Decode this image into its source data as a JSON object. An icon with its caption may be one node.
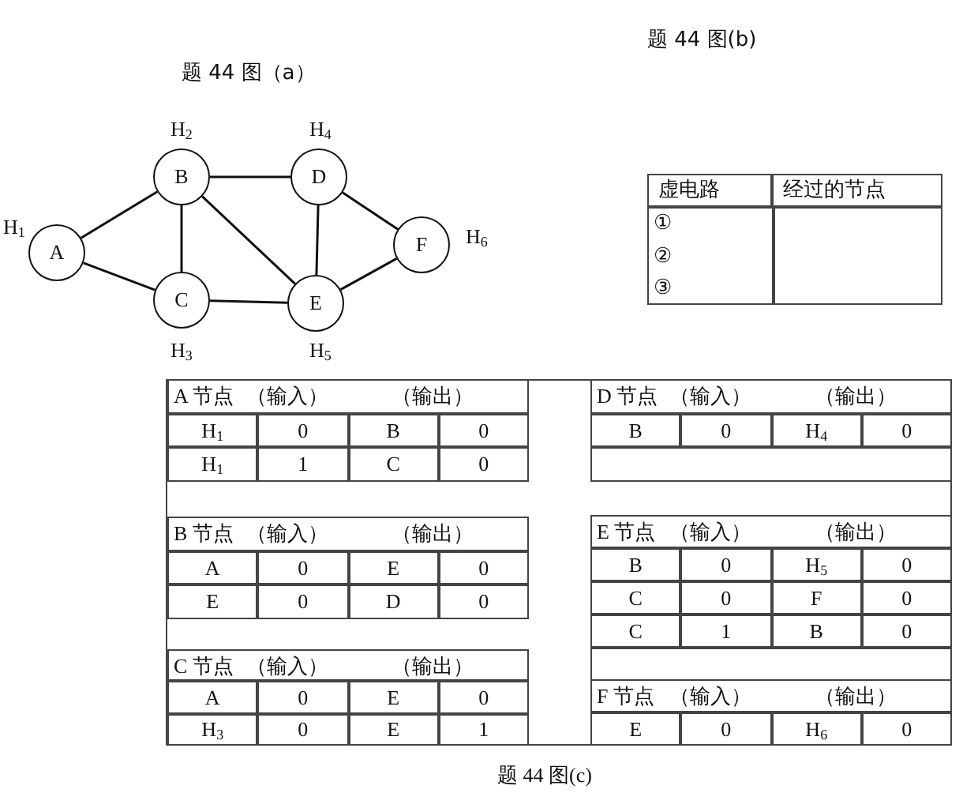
{
  "diagram": {
    "nodes": [
      {
        "text": [
          "A"
        ],
        "beside": [
          "H$_{1}$"
        ]
      },
      {
        "text": [
          "B"
        ],
        "beside": [
          "H$_{2}$"
        ]
      },
      {
        "text": [
          "C"
        ],
        "beside": [
          "H$_{3}$"
        ]
      },
      {
        "text": [
          "D"
        ],
        "beside": [
          "H$_{4}$"
        ]
      },
      {
        "text": [
          "E"
        ],
        "beside": [
          "H$_{5}$"
        ]
      },
      {
        "text": [
          "F"
        ],
        "beside": [
          "H$_{6}$"
        ]
      }
    ],
    "edges": [
      {
        "from": 0,
        "to": 1,
        "arrow": "none"
      },
      {
        "from": 0,
        "to": 2,
        "arrow": "none"
      },
      {
        "from": 1,
        "to": 3,
        "arrow": "none"
      },
      {
        "from": 1,
        "to": 2,
        "arrow": "none"
      },
      {
        "from": 1,
        "to": 4,
        "arrow": "none"
      },
      {
        "from": 2,
        "to": 4,
        "arrow": "none"
      },
      {
        "from": 3,
        "to": 4,
        "arrow": "none"
      },
      {
        "from": 3,
        "to": 5,
        "arrow": "none"
      },
      {
        "from": 4,
        "to": 5,
        "arrow": "none"
      }
    ],
    "labels": [
      "题 44 图（a）",
      "题 44 图(b)",
      "虚电路",
      "经过的节点",
      "①",
      "②",
      "③",
      "A 节点",
      "（输入）",
      "（输出）",
      "H$_{1}$",
      "0",
      "B",
      "0",
      "H$_{1}$",
      "1",
      "C",
      "0",
      "D 节点",
      "（输入）",
      "（输出）",
      "B",
      "0",
      "H$_{4}$",
      "0",
      "B 节点",
      "（输入）",
      "（输出）",
      "A",
      "0",
      "E",
      "0",
      "E",
      "0",
      "D",
      "0",
      "E 节点",
      "（输入）",
      "（输出）",
      "B",
      "0",
      "H$_{5}$",
      "0",
      "C",
      "0",
      "F",
      "0",
      "C",
      "1",
      "B",
      "0",
      "C 节点",
      "（输入）",
      "（输出）",
      "A",
      "0",
      "E",
      "0",
      "H$_{3}$",
      "0",
      "E",
      "1",
      "F 节点",
      "（输入）",
      "（输出）",
      "E",
      "0",
      "H$_{6}$",
      "0",
      "题 44 图(c)"
    ]
  }
}
